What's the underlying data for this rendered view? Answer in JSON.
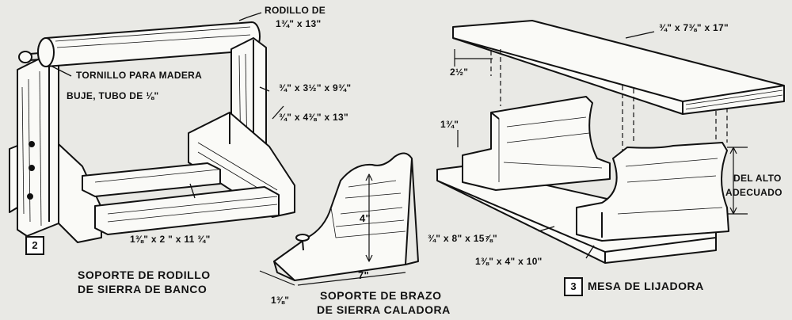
{
  "figure_2": {
    "number": "2",
    "title_line1": "SOPORTE DE RODILLO",
    "title_line2": "DE SIERRA DE BANCO",
    "roller_line1": "RODILLO DE",
    "roller_line2": "1¾\" x 13\"",
    "screw": "TORNILLO PARA MADERA",
    "bushing": "BUJE, TUBO DE ⅛\"",
    "upright": "¾\" x 3½\" x 9¾\"",
    "side": "¾\" x 4⅜\" x 13\"",
    "base": "1⅜\" x 2 \" x 11 ¾\""
  },
  "figure_center": {
    "title_line1": "SOPORTE DE BRAZO",
    "title_line2": "DE SIERRA CALADORA",
    "height": "4\"",
    "length": "7\"",
    "thickness": "1⅜\""
  },
  "figure_3": {
    "number": "3",
    "title": "MESA DE LIJADORA",
    "top": "¾\" x 7⅜\" x 17\"",
    "overhang": "2½\"",
    "thickness": "1¾\"",
    "height_line1": "DEL ALTO",
    "height_line2": "ADECUADO",
    "base": "¾\" x 8\" x 15⅞\"",
    "legs": "1⅜\" x 4\" x 10\""
  }
}
